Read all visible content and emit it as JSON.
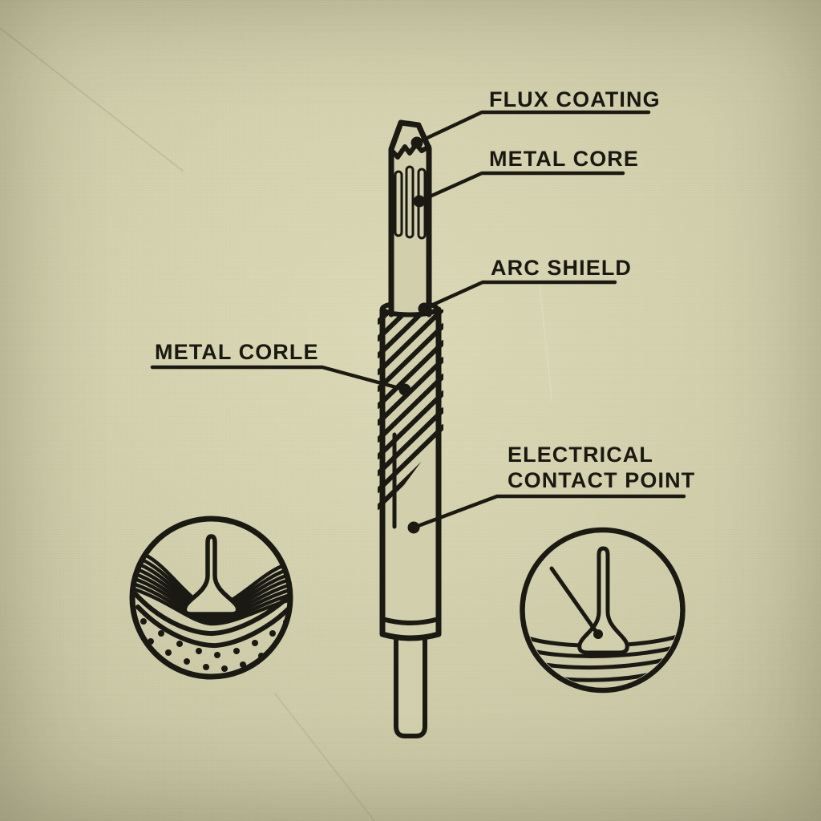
{
  "colors": {
    "paper": "#d2d0ac",
    "paper_edge": "#acab89",
    "ink": "#1a1913"
  },
  "labels": {
    "flux_coating": "FLUX COATING",
    "metal_core": "METAL CORE",
    "arc_shield": "ARC SHIELD",
    "metal_corle": "METAL CORLE",
    "electrical_contact_line1": "ELECTRICAL",
    "electrical_contact_line2": "CONTACT POINT"
  }
}
